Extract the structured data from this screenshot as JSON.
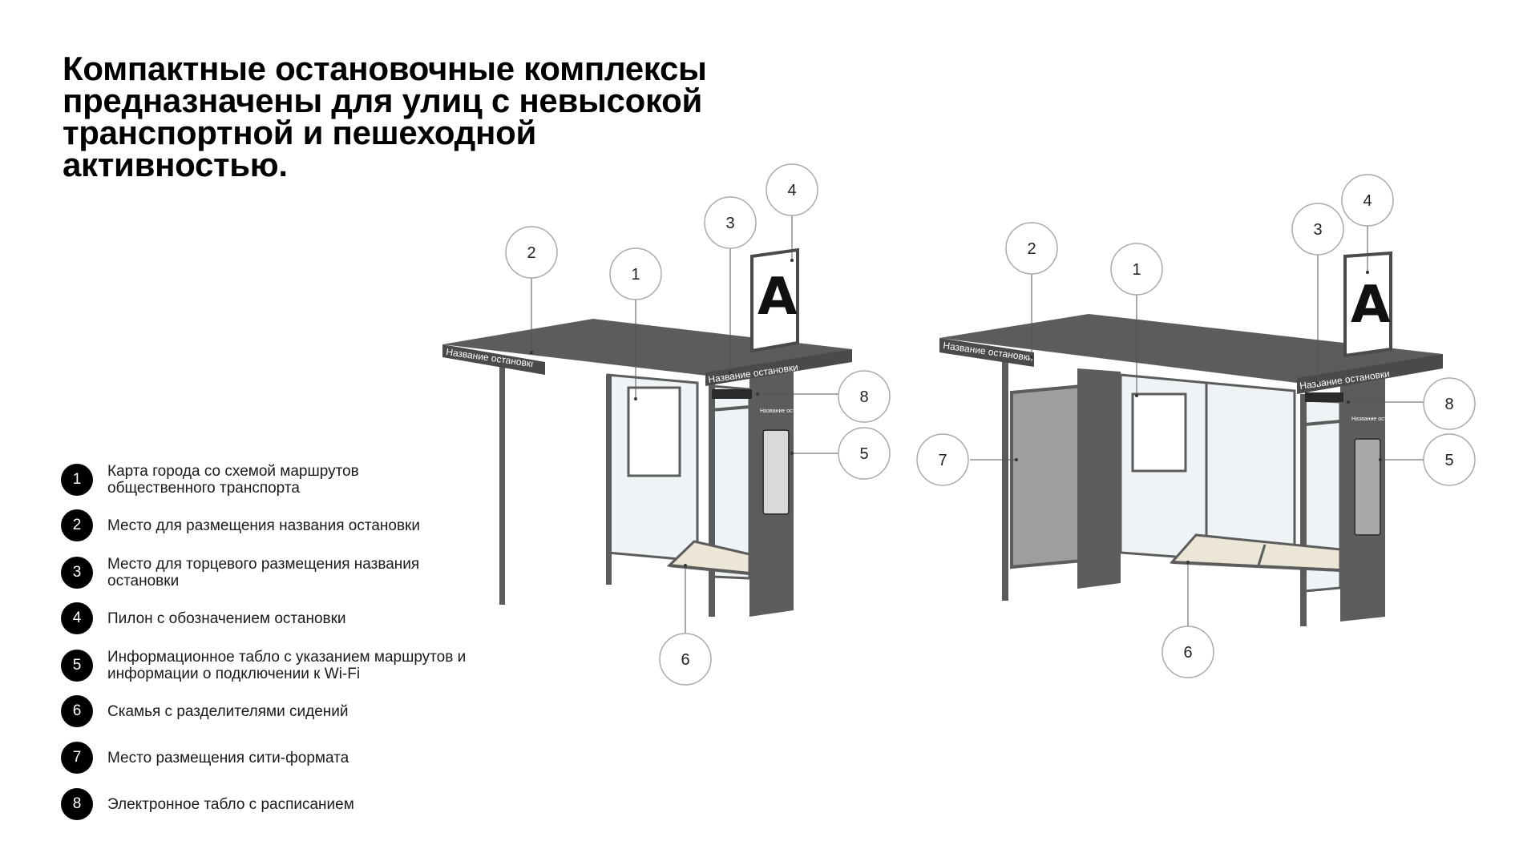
{
  "title": {
    "lines": [
      "Компактные остановочные комплексы",
      "предназначены для улиц с невысокой",
      "транспортной и пешеходной",
      "активностью."
    ]
  },
  "legend": [
    {
      "num": "1",
      "text": "Карта города со схемой маршрутов общественного транспорта"
    },
    {
      "num": "2",
      "text": "Место для размещения названия остановки"
    },
    {
      "num": "3",
      "text": "Место для торцевого размещения названия остановки"
    },
    {
      "num": "4",
      "text": "Пилон с обозначением остановки"
    },
    {
      "num": "5",
      "text": "Информационное табло с указанием маршрутов и информации о подключении к Wi-Fi"
    },
    {
      "num": "6",
      "text": "Скамья с разделителями сидений"
    },
    {
      "num": "7",
      "text": "Место размещения сити-формата"
    },
    {
      "num": "8",
      "text": "Электронное табло с расписанием"
    }
  ],
  "shelter_left": {
    "roof_sign": "Название остановкı",
    "end_sign": "Название остановки",
    "pylon_letter": "А",
    "pylon_panel_text": "Название остановки",
    "callouts": [
      "1",
      "2",
      "3",
      "4",
      "5",
      "6",
      "8"
    ]
  },
  "shelter_right": {
    "roof_sign": "Название остановки",
    "end_sign": "Название остановки",
    "pylon_letter": "А",
    "pylon_panel_text": "Название остановки",
    "callouts": [
      "1",
      "2",
      "3",
      "4",
      "5",
      "6",
      "7",
      "8"
    ]
  },
  "colors": {
    "structure": "#5c5c5c",
    "structure_dark": "#4a4a4a",
    "glass": "#eef3f6",
    "bench": "#ece6d6",
    "city_format": "#9e9e9e",
    "info_panel": "#d9d9d9"
  }
}
